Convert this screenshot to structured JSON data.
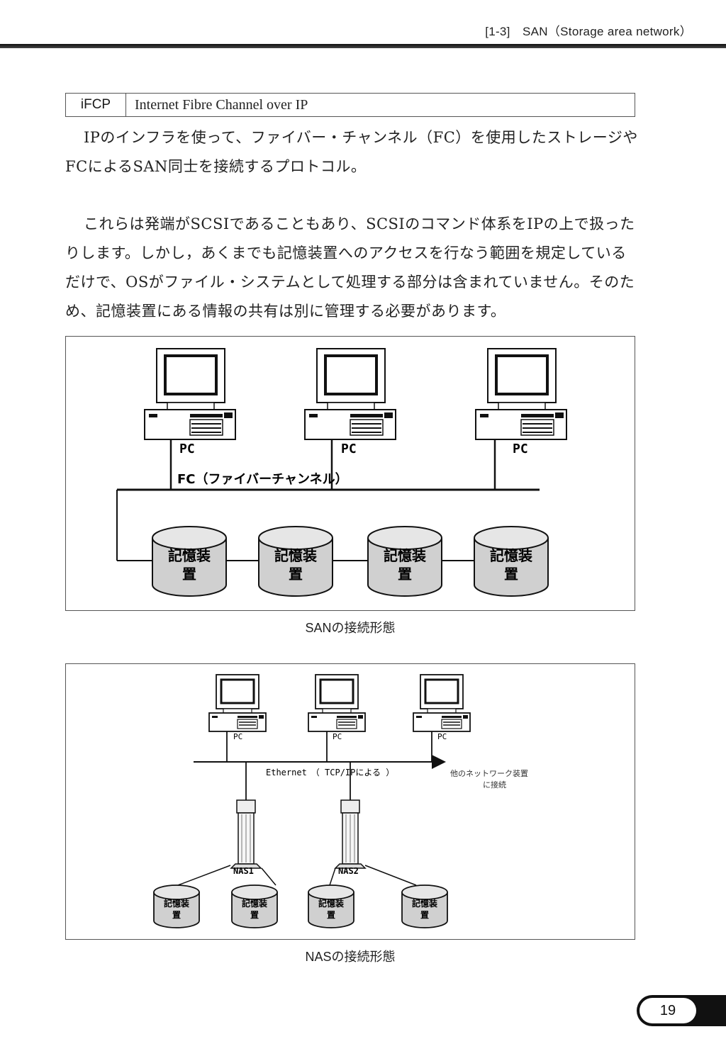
{
  "header": {
    "section": "[1-3]　SAN（Storage area network）"
  },
  "term": {
    "abbr": "iFCP",
    "full": "Internet Fibre Channel over IP"
  },
  "paragraphs": [
    "IPのインフラを使って、ファイバー・チャンネル（FC）を使用したストレージやFCによるSAN同士を接続するプロトコル。",
    "これらは発端がSCSIであることもあり、SCSIのコマンド体系をIPの上で扱ったりします。しかし，あくまでも記憶装置へのアクセスを行なう範囲を規定しているだけで、OSがファイル・システムとして処理する部分は含まれていません。そのため、記憶装置にある情報の共有は別に管理する必要があります。"
  ],
  "san_figure": {
    "pc_labels": [
      "PC",
      "PC",
      "PC"
    ],
    "bus_label": "FC（ファイバーチャンネル）",
    "storage_label_line1": "記憶装",
    "storage_label_line2": "置",
    "caption": "SANの接続形態"
  },
  "nas_figure": {
    "pc_labels": [
      "PC",
      "PC",
      "PC"
    ],
    "network_label": "Ethernet　（ TCP/IPによる ）",
    "external_label_line1": "他のネットワーク装置",
    "external_label_line2": "に接続",
    "nas_labels": [
      "NAS1",
      "NAS2"
    ],
    "storage_label_line1": "記憶装",
    "storage_label_line2": "置",
    "caption": "NASの接続形態"
  },
  "footer": {
    "page_number": "19"
  }
}
